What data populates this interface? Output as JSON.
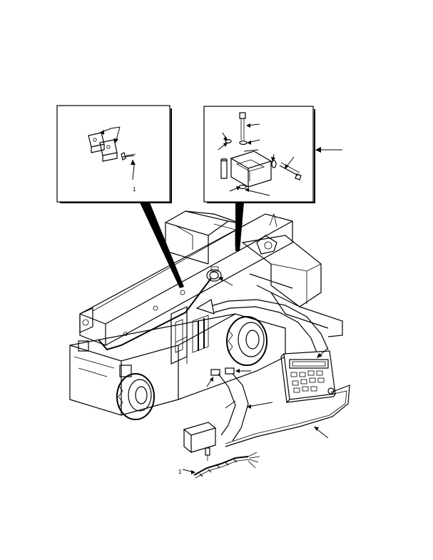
{
  "figure": {
    "callouts": [
      {
        "id": "inset-left-small-mark",
        "text": "1"
      },
      {
        "id": "harness-end-mark",
        "text": "1"
      }
    ],
    "colors": {
      "ink": "#000000",
      "paper": "#ffffff"
    }
  }
}
